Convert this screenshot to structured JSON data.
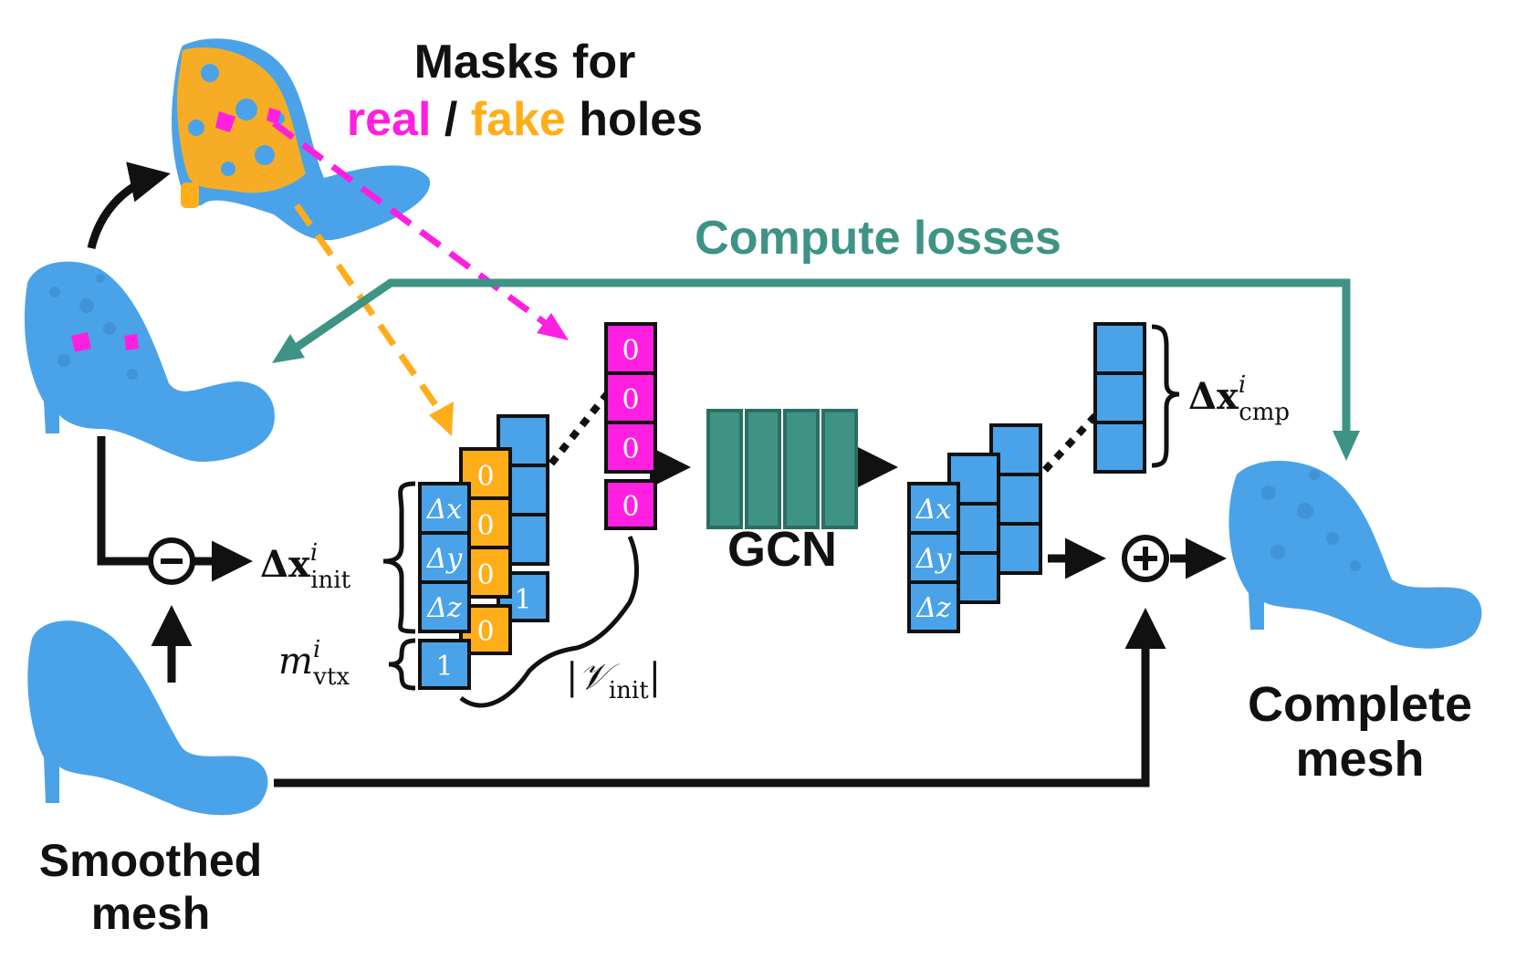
{
  "colors": {
    "mesh_blue": "#4aa3e8",
    "magenta": "#ff1fe0",
    "orange": "#ffae1a",
    "teal": "#3e9385",
    "black": "#111111"
  },
  "labels": {
    "masks_line1": "Masks for",
    "masks_real": "real",
    "masks_sep": " / ",
    "masks_fake": "fake",
    "masks_holes": " holes",
    "compute_losses": "Compute losses",
    "gcn": "GCN",
    "smoothed_line1": "Smoothed",
    "smoothed_line2": "mesh",
    "complete_line1": "Complete",
    "complete_line2": "mesh"
  },
  "math": {
    "dx_init": {
      "base": "Δx",
      "sup": "i",
      "sub": "init"
    },
    "dx_cmp": {
      "base": "Δx",
      "sup": "i",
      "sub": "cmp"
    },
    "m_vtx": {
      "base": "m",
      "sup": "i",
      "sub": "vtx"
    },
    "v_init": {
      "bar": "|",
      "base": "𝒱",
      "sub": "init"
    }
  },
  "operators": {
    "minus": "−",
    "plus": "+"
  },
  "cells": {
    "delta_x": "Δx",
    "delta_y": "Δy",
    "delta_z": "Δz",
    "one": "1",
    "zero": "0"
  }
}
